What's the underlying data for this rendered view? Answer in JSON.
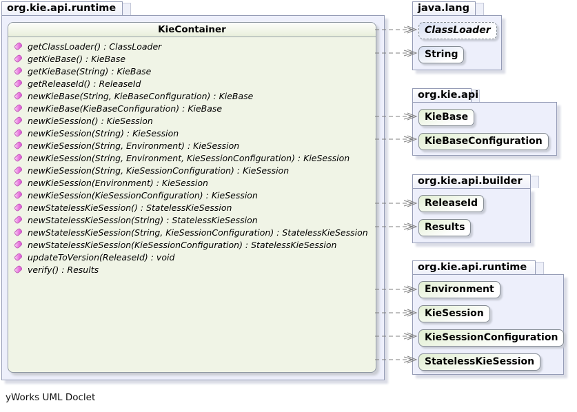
{
  "main_package": {
    "label": "org.kie.api.runtime",
    "class_name": "KieContainer",
    "methods": [
      "getClassLoader() : ClassLoader",
      "getKieBase() : KieBase",
      "getKieBase(String) : KieBase",
      "getReleaseId() : ReleaseId",
      "newKieBase(String, KieBaseConfiguration) : KieBase",
      "newKieBase(KieBaseConfiguration) : KieBase",
      "newKieSession() : KieSession",
      "newKieSession(String) : KieSession",
      "newKieSession(String, Environment) : KieSession",
      "newKieSession(String, Environment, KieSessionConfiguration) : KieSession",
      "newKieSession(String, KieSessionConfiguration) : KieSession",
      "newKieSession(Environment) : KieSession",
      "newKieSession(KieSessionConfiguration) : KieSession",
      "newStatelessKieSession() : StatelessKieSession",
      "newStatelessKieSession(String) : StatelessKieSession",
      "newStatelessKieSession(String, KieSessionConfiguration) : StatelessKieSession",
      "newStatelessKieSession(KieSessionConfiguration) : StatelessKieSession",
      "updateToVersion(ReleaseId) : void",
      "verify() : Results"
    ]
  },
  "packages": [
    {
      "label": "java.lang",
      "classes": [
        {
          "name": "ClassLoader",
          "abstract": true
        },
        {
          "name": "String"
        }
      ]
    },
    {
      "label": "org.kie.api",
      "classes": [
        {
          "name": "KieBase"
        },
        {
          "name": "KieBaseConfiguration"
        }
      ]
    },
    {
      "label": "org.kie.api.builder",
      "classes": [
        {
          "name": "ReleaseId"
        },
        {
          "name": "Results"
        }
      ]
    },
    {
      "label": "org.kie.api.runtime",
      "classes": [
        {
          "name": "Environment"
        },
        {
          "name": "KieSession"
        },
        {
          "name": "KieSessionConfiguration"
        },
        {
          "name": "StatelessKieSession"
        }
      ]
    }
  ],
  "dependencies": [
    "ClassLoader",
    "String",
    "KieBase",
    "KieBaseConfiguration",
    "ReleaseId",
    "Results",
    "Environment",
    "KieSession",
    "KieSessionConfiguration",
    "StatelessKieSession"
  ],
  "footer": "yWorks UML Doclet",
  "icons": {
    "method_icon": "pink-method-tag",
    "arrow": "dashed-dependency-open-arrow"
  },
  "colors": {
    "package_fill": "#edeffb",
    "package_border": "#959cb6",
    "class_box_fill": "#f0f4e6",
    "blue_node_top": "#d7dff2",
    "green_node_top": "#e2efd3",
    "method_icon_pink": "#d84ecf",
    "arrow_gray": "#7f7f7f"
  }
}
